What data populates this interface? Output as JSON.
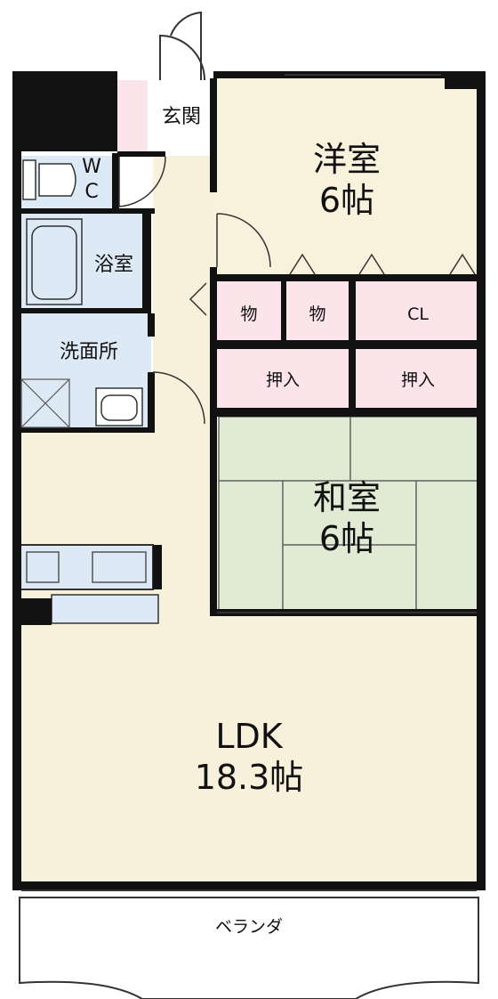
{
  "rooms": {
    "western_room": {
      "name": "洋室",
      "size": "6帖"
    },
    "japanese_room": {
      "name": "和室",
      "size": "6帖"
    },
    "ldk": {
      "name": "LDK",
      "size": "18.3帖"
    },
    "entrance": "玄関",
    "wc_top": "W",
    "wc_bottom": "C",
    "bathroom": "浴室",
    "washroom": "洗面所",
    "storage_1": "物",
    "storage_2": "物",
    "closet": "CL",
    "oshiire_1": "押入",
    "oshiire_2": "押入",
    "veranda": "ベランダ"
  },
  "colors": {
    "wall": "#111111",
    "ldk_floor": "#f7f1db",
    "western_floor": "#f8f2dc",
    "tatami": "#e1ead2",
    "storage": "#fbe4ea",
    "wet_area": "#dde9f5",
    "veranda": "#ffffff"
  }
}
